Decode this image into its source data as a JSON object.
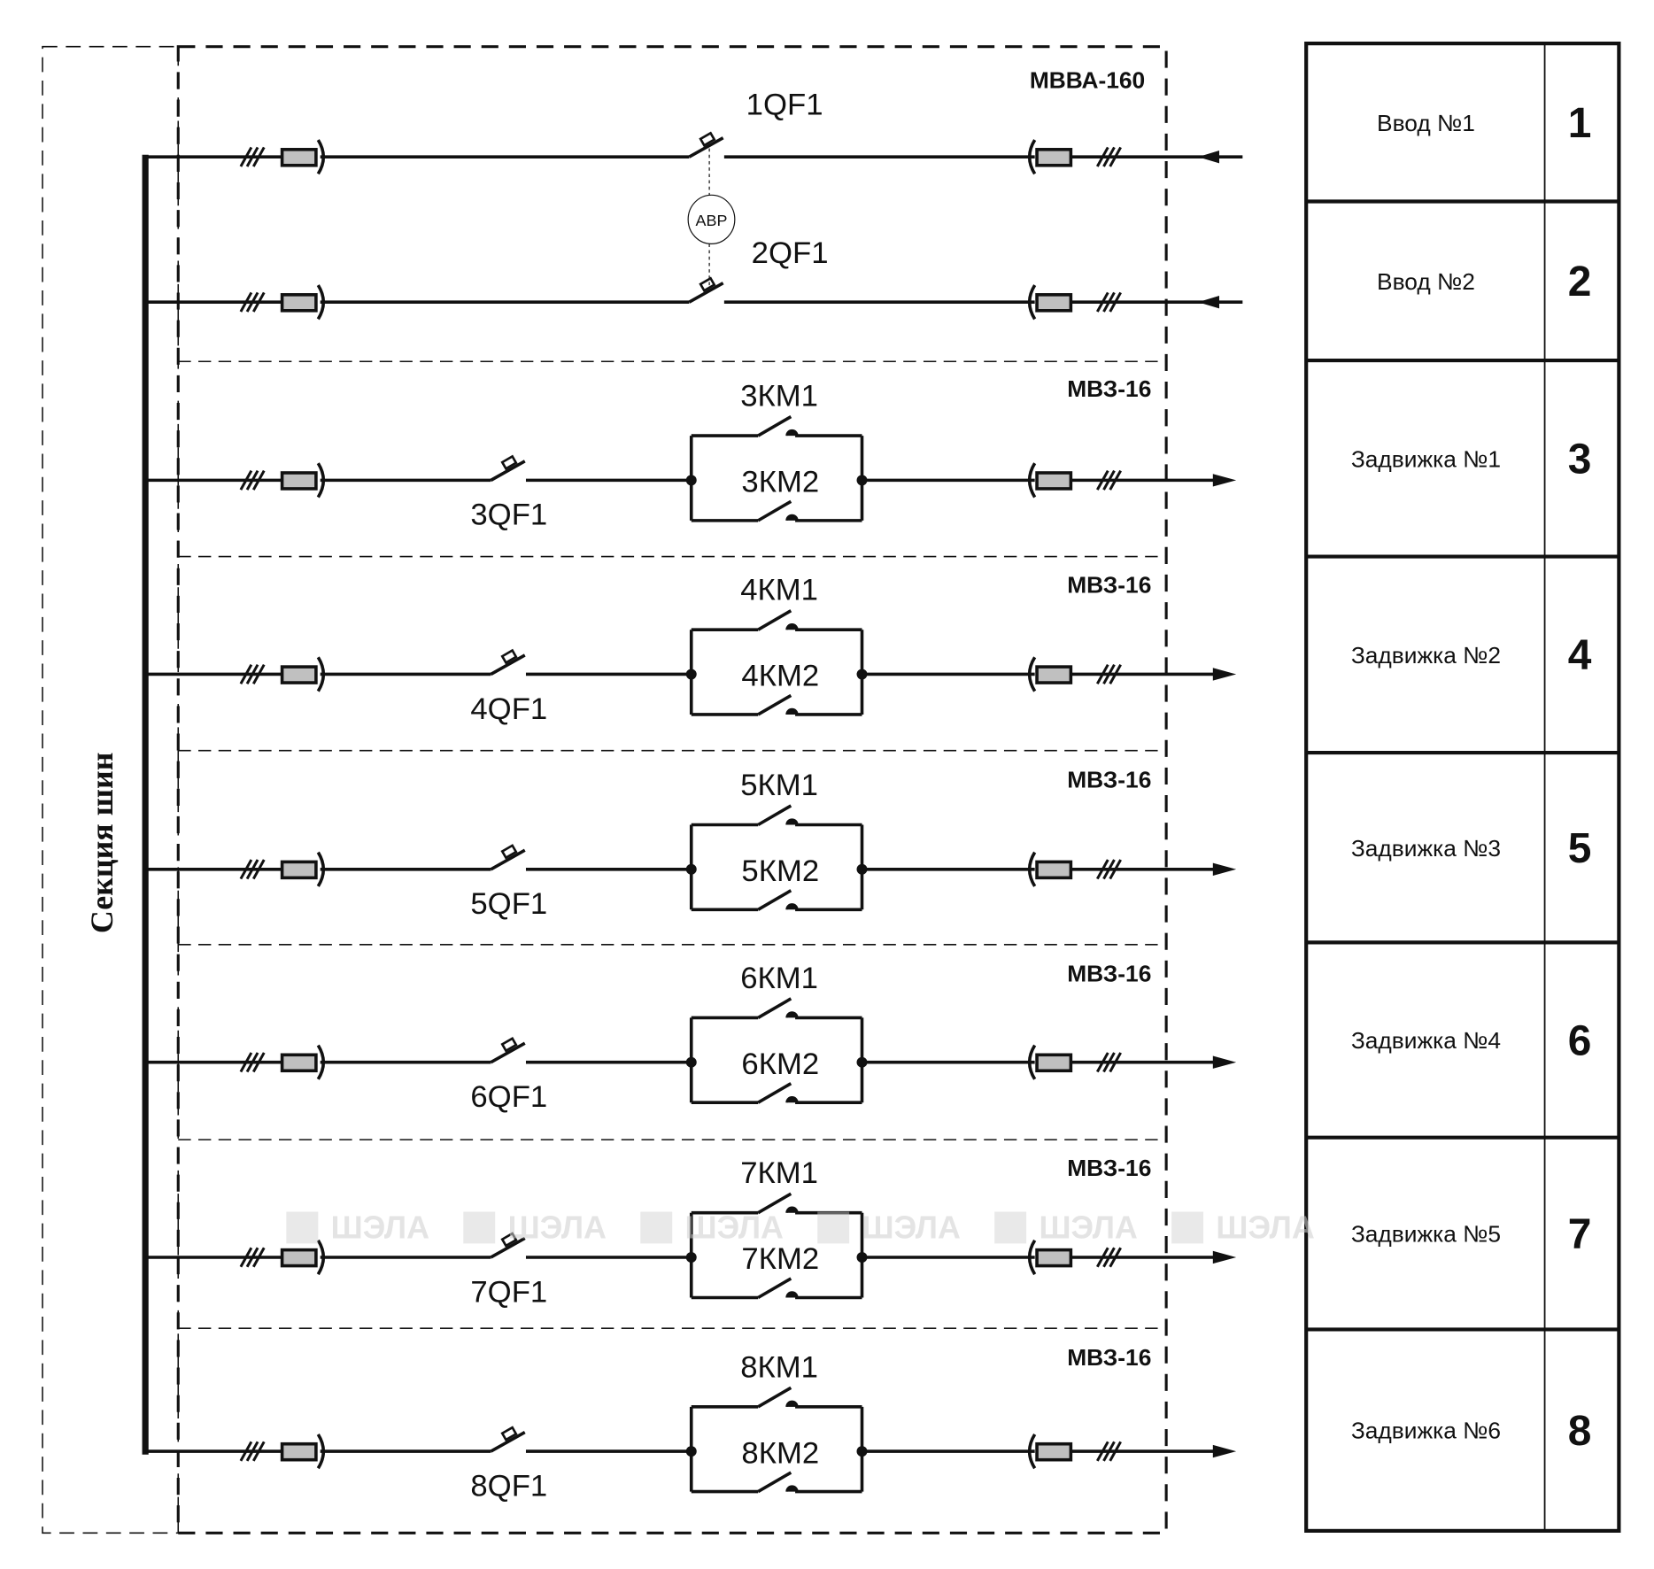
{
  "bus_label": "Секция шин",
  "avr_label": "АВР",
  "watermark": "ШЭЛА",
  "colors": {
    "line": "#111111",
    "connector_fill": "#c0c0c0",
    "watermark": "#cfcfcf"
  },
  "rows": [
    {
      "kind": "input",
      "module": "МВВА-160",
      "breaker": "1QF1",
      "cell": "Ввод №1",
      "num": "1"
    },
    {
      "kind": "input",
      "module": "",
      "breaker": "2QF1",
      "cell": "Ввод №2",
      "num": "2"
    },
    {
      "kind": "output",
      "module": "МВЗ-16",
      "breaker": "3QF1",
      "km1": "3КМ1",
      "km2": "3КМ2",
      "cell": "Задвижка №1",
      "num": "3"
    },
    {
      "kind": "output",
      "module": "МВЗ-16",
      "breaker": "4QF1",
      "km1": "4КМ1",
      "km2": "4КМ2",
      "cell": "Задвижка №2",
      "num": "4"
    },
    {
      "kind": "output",
      "module": "МВЗ-16",
      "breaker": "5QF1",
      "km1": "5КМ1",
      "km2": "5КМ2",
      "cell": "Задвижка №3",
      "num": "5"
    },
    {
      "kind": "output",
      "module": "МВЗ-16",
      "breaker": "6QF1",
      "km1": "6КМ1",
      "km2": "6КМ2",
      "cell": "Задвижка №4",
      "num": "6"
    },
    {
      "kind": "output",
      "module": "МВЗ-16",
      "breaker": "7QF1",
      "km1": "7КМ1",
      "km2": "7КМ2",
      "cell": "Задвижка №5",
      "num": "7"
    },
    {
      "kind": "output",
      "module": "МВЗ-16",
      "breaker": "8QF1",
      "km1": "8КМ1",
      "km2": "8КМ2",
      "cell": "Задвижка №6",
      "num": "8"
    }
  ]
}
